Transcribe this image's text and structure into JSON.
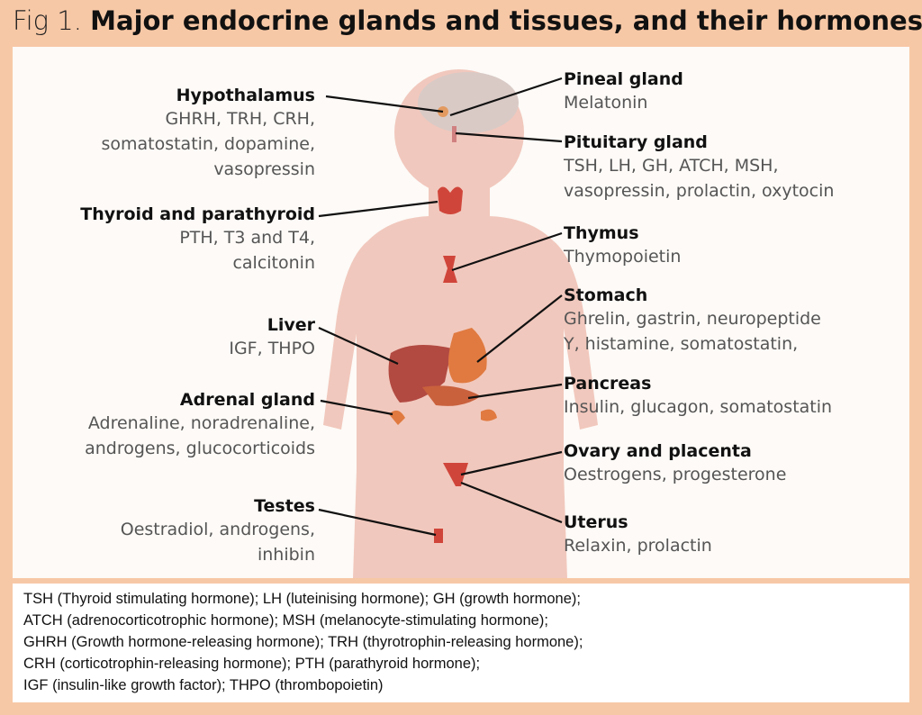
{
  "title": {
    "fig": "Fig 1.",
    "main": "Major endocrine glands and tissues, and their hormones"
  },
  "left_labels": [
    {
      "name": "Hypothalamus",
      "lines": [
        "GHRH, TRH, CRH,",
        "somatostatin, dopamine,",
        "vasopressin"
      ]
    },
    {
      "name": "Thyroid and parathyroid",
      "lines": [
        "PTH, T3 and T4,",
        "calcitonin"
      ]
    },
    {
      "name": "Liver",
      "lines": [
        "IGF, THPO"
      ]
    },
    {
      "name": "Adrenal gland",
      "lines": [
        "Adrenaline, noradrenaline,",
        "androgens, glucocorticoids"
      ]
    },
    {
      "name": "Testes",
      "lines": [
        "Oestradiol, androgens,",
        "inhibin"
      ]
    }
  ],
  "right_labels": [
    {
      "name": "Pineal gland",
      "lines": [
        "Melatonin"
      ]
    },
    {
      "name": "Pituitary gland",
      "lines": [
        "TSH, LH, GH, ATCH, MSH,",
        "vasopressin, prolactin, oxytocin"
      ]
    },
    {
      "name": "Thymus",
      "lines": [
        "Thymopoietin"
      ]
    },
    {
      "name": "Stomach",
      "lines": [
        "Ghrelin, gastrin, neuropeptide",
        "Y, histamine, somatostatin,"
      ]
    },
    {
      "name": "Pancreas",
      "lines": [
        "Insulin, glucagon, somatostatin"
      ]
    },
    {
      "name": "Ovary and placenta",
      "lines": [
        "Oestrogens, progesterone"
      ]
    },
    {
      "name": "Uterus",
      "lines": [
        "Relaxin, prolactin"
      ]
    }
  ],
  "footer": [
    "TSH (Thyroid stimulating hormone); LH (luteinising hormone); GH (growth hormone);",
    "ATCH (adrenocorticotrophic hormone); MSH (melanocyte-stimulating hormone);",
    "GHRH (Growth hormone-releasing hormone); TRH (thyrotrophin-releasing hormone);",
    "CRH (corticotrophin-releasing hormone); PTH (parathyroid hormone);",
    "IGF (insulin-like growth factor); THPO (thrombopoietin)"
  ],
  "colors": {
    "background": "#f7c8a6",
    "panel": "#fdfaf7",
    "body_silhouette": "#f1c8bd",
    "organ": "#d0453a"
  }
}
